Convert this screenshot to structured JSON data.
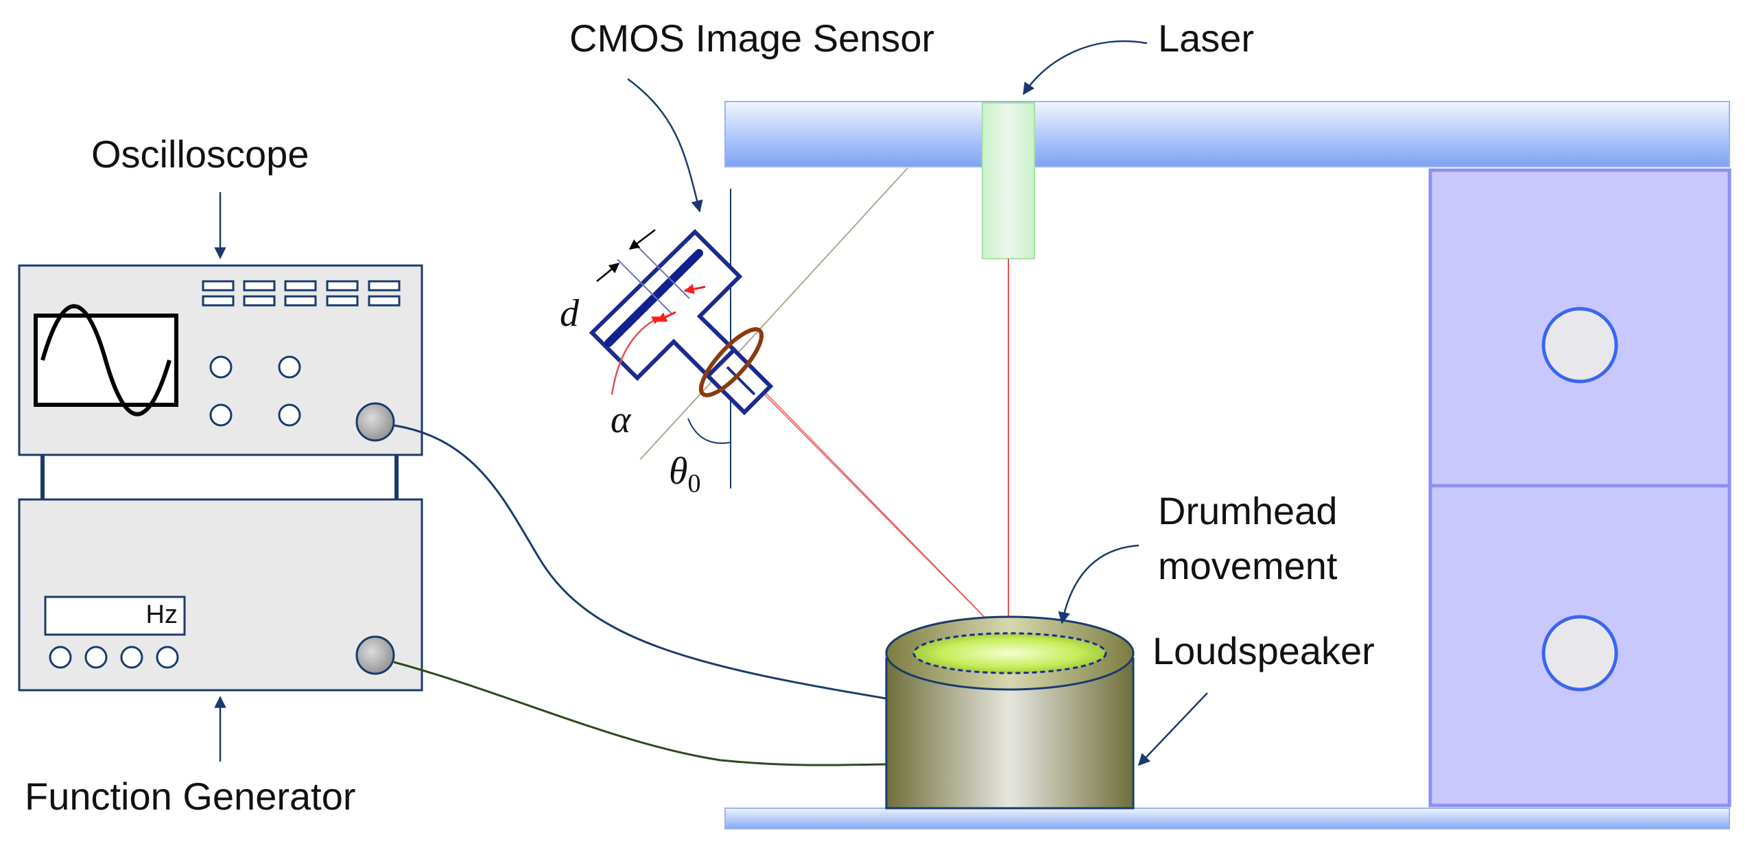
{
  "labels": {
    "cmos_sensor": "CMOS Image Sensor",
    "laser": "Laser",
    "oscilloscope": "Oscilloscope",
    "drumhead": [
      "Drumhead",
      "movement"
    ],
    "loudspeaker": "Loudspeaker",
    "function_generator": "Function Generator",
    "hz_unit": "Hz"
  },
  "symbols": {
    "d": "d",
    "alpha": "α",
    "theta": "θ",
    "theta_subscript": "0"
  },
  "colors": {
    "instrument_outline": "#1a3a6e",
    "instrument_fill": "#e9e9e9",
    "rail": "#8fb0f5",
    "cabinet": "#c8c8ff",
    "laser_beam": "#e05050",
    "drumhead": "#c8ee55",
    "speaker_body": "#8a8a4e",
    "cable_blue": "#1a3a6e",
    "cable_green": "#2c4a1c",
    "lens": "#8b3a10",
    "marker_arrow": "#ff1a1a"
  }
}
